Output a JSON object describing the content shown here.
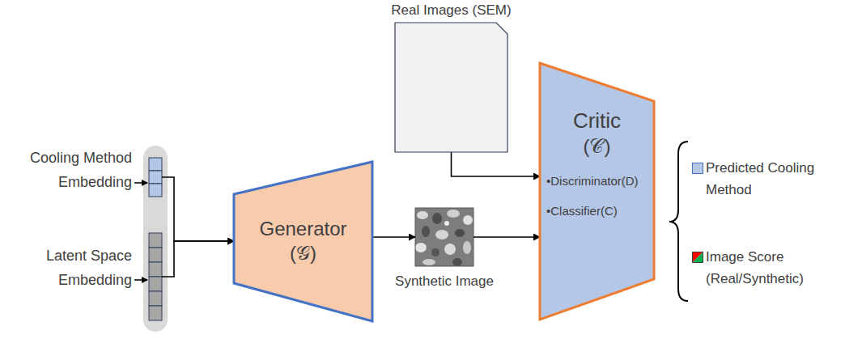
{
  "diagram": {
    "nodes": [
      {
        "text": [
          "Cooling Method Embedding"
        ]
      },
      {
        "text": [
          "Latent Space Embedding"
        ]
      },
      {
        "text": [
          "Generator",
          "(𝒢)"
        ]
      },
      {
        "text": [
          "Synthetic Image"
        ]
      },
      {
        "text": [
          "Real Images (SEM)"
        ]
      },
      {
        "text": [
          "Critic",
          "(𝒞)",
          "•Discriminator(D)",
          "•Classifier(C)"
        ]
      }
    ],
    "edges": [
      {
        "from": 0,
        "to": 2,
        "arrow": "to"
      },
      {
        "from": 1,
        "to": 2,
        "arrow": "to"
      },
      {
        "from": 2,
        "to": 3,
        "arrow": "to"
      },
      {
        "from": 3,
        "to": 5,
        "arrow": "to"
      },
      {
        "from": 4,
        "to": 5,
        "arrow": "to"
      }
    ],
    "legend": [
      {
        "text": "Predicted Cooling Method",
        "color": "#b4c7e7"
      },
      {
        "text": "Image Score (Real/Synthetic)"
      }
    ]
  }
}
